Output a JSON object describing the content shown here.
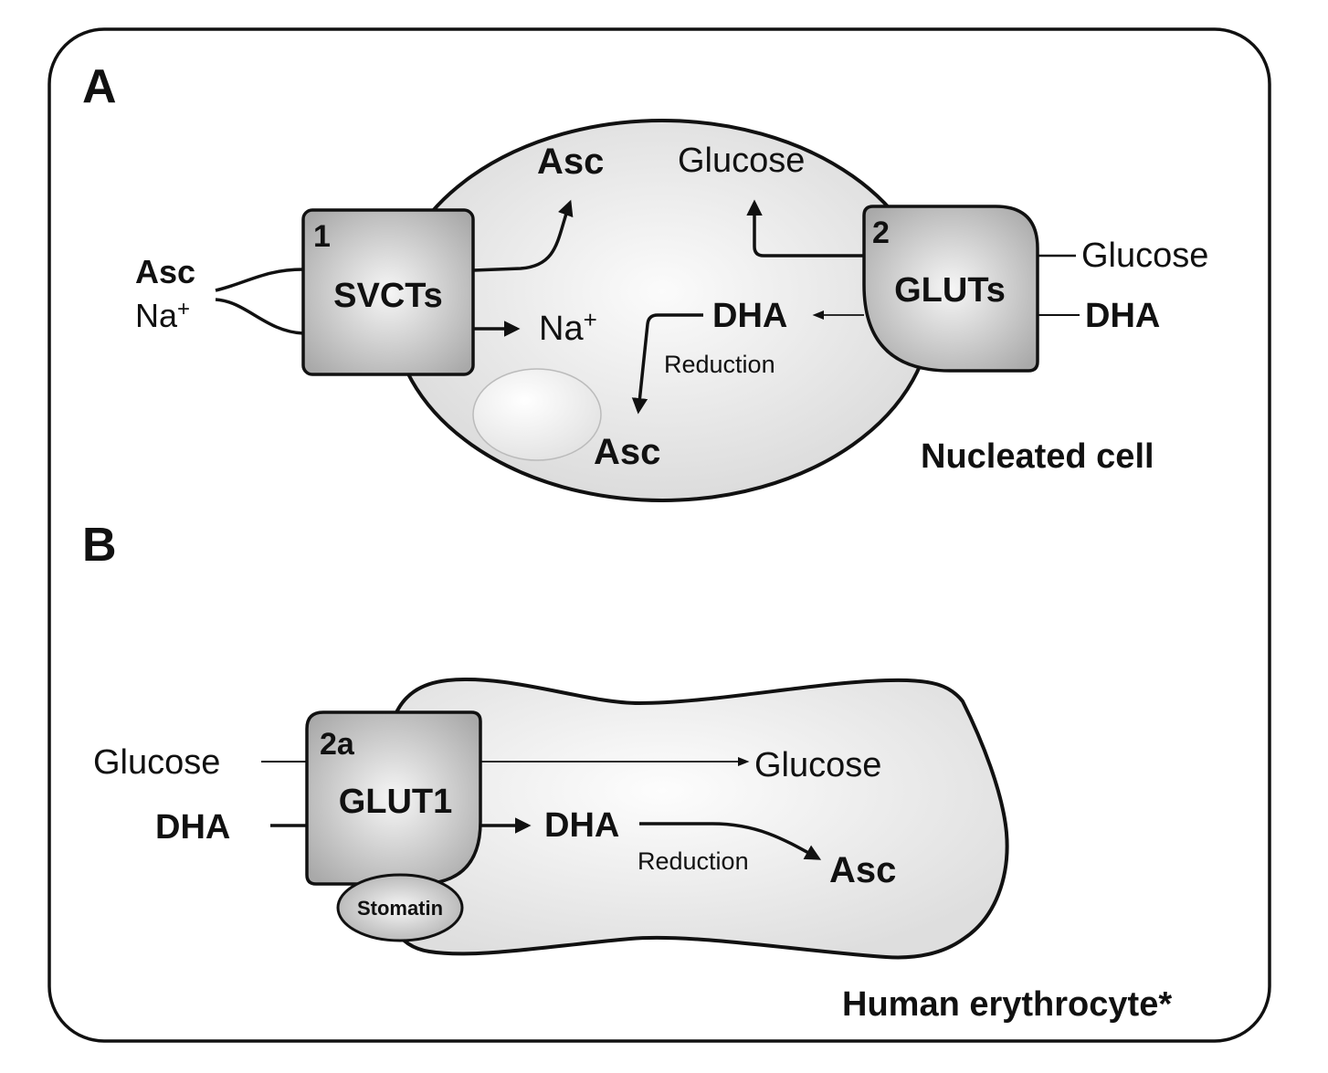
{
  "panel_a": {
    "letter": "A",
    "cell_caption": "Nucleated cell",
    "transporter_1": {
      "number": "1",
      "name": "SVCTs",
      "outside_asc": "Asc",
      "outside_na": "Na",
      "inside_asc": "Asc",
      "inside_na": "Na",
      "plus": "+"
    },
    "transporter_2": {
      "number": "2",
      "name": "GLUTs",
      "outside_glucose": "Glucose",
      "outside_dha": "DHA",
      "inside_glucose": "Glucose",
      "inside_dha": "DHA",
      "reduction": "Reduction",
      "product": "Asc"
    }
  },
  "panel_b": {
    "letter": "B",
    "cell_caption": "Human erythrocyte*",
    "transporter": {
      "number": "2a",
      "name": "GLUT1",
      "partner": "Stomatin",
      "outside_glucose": "Glucose",
      "outside_dha": "DHA",
      "inside_glucose": "Glucose",
      "inside_dha": "DHA",
      "reduction": "Reduction",
      "product": "Asc"
    }
  },
  "colors": {
    "stroke": "#111111",
    "cell_fill": "#e4e4e4",
    "box_fill": "#c8c8c8"
  }
}
